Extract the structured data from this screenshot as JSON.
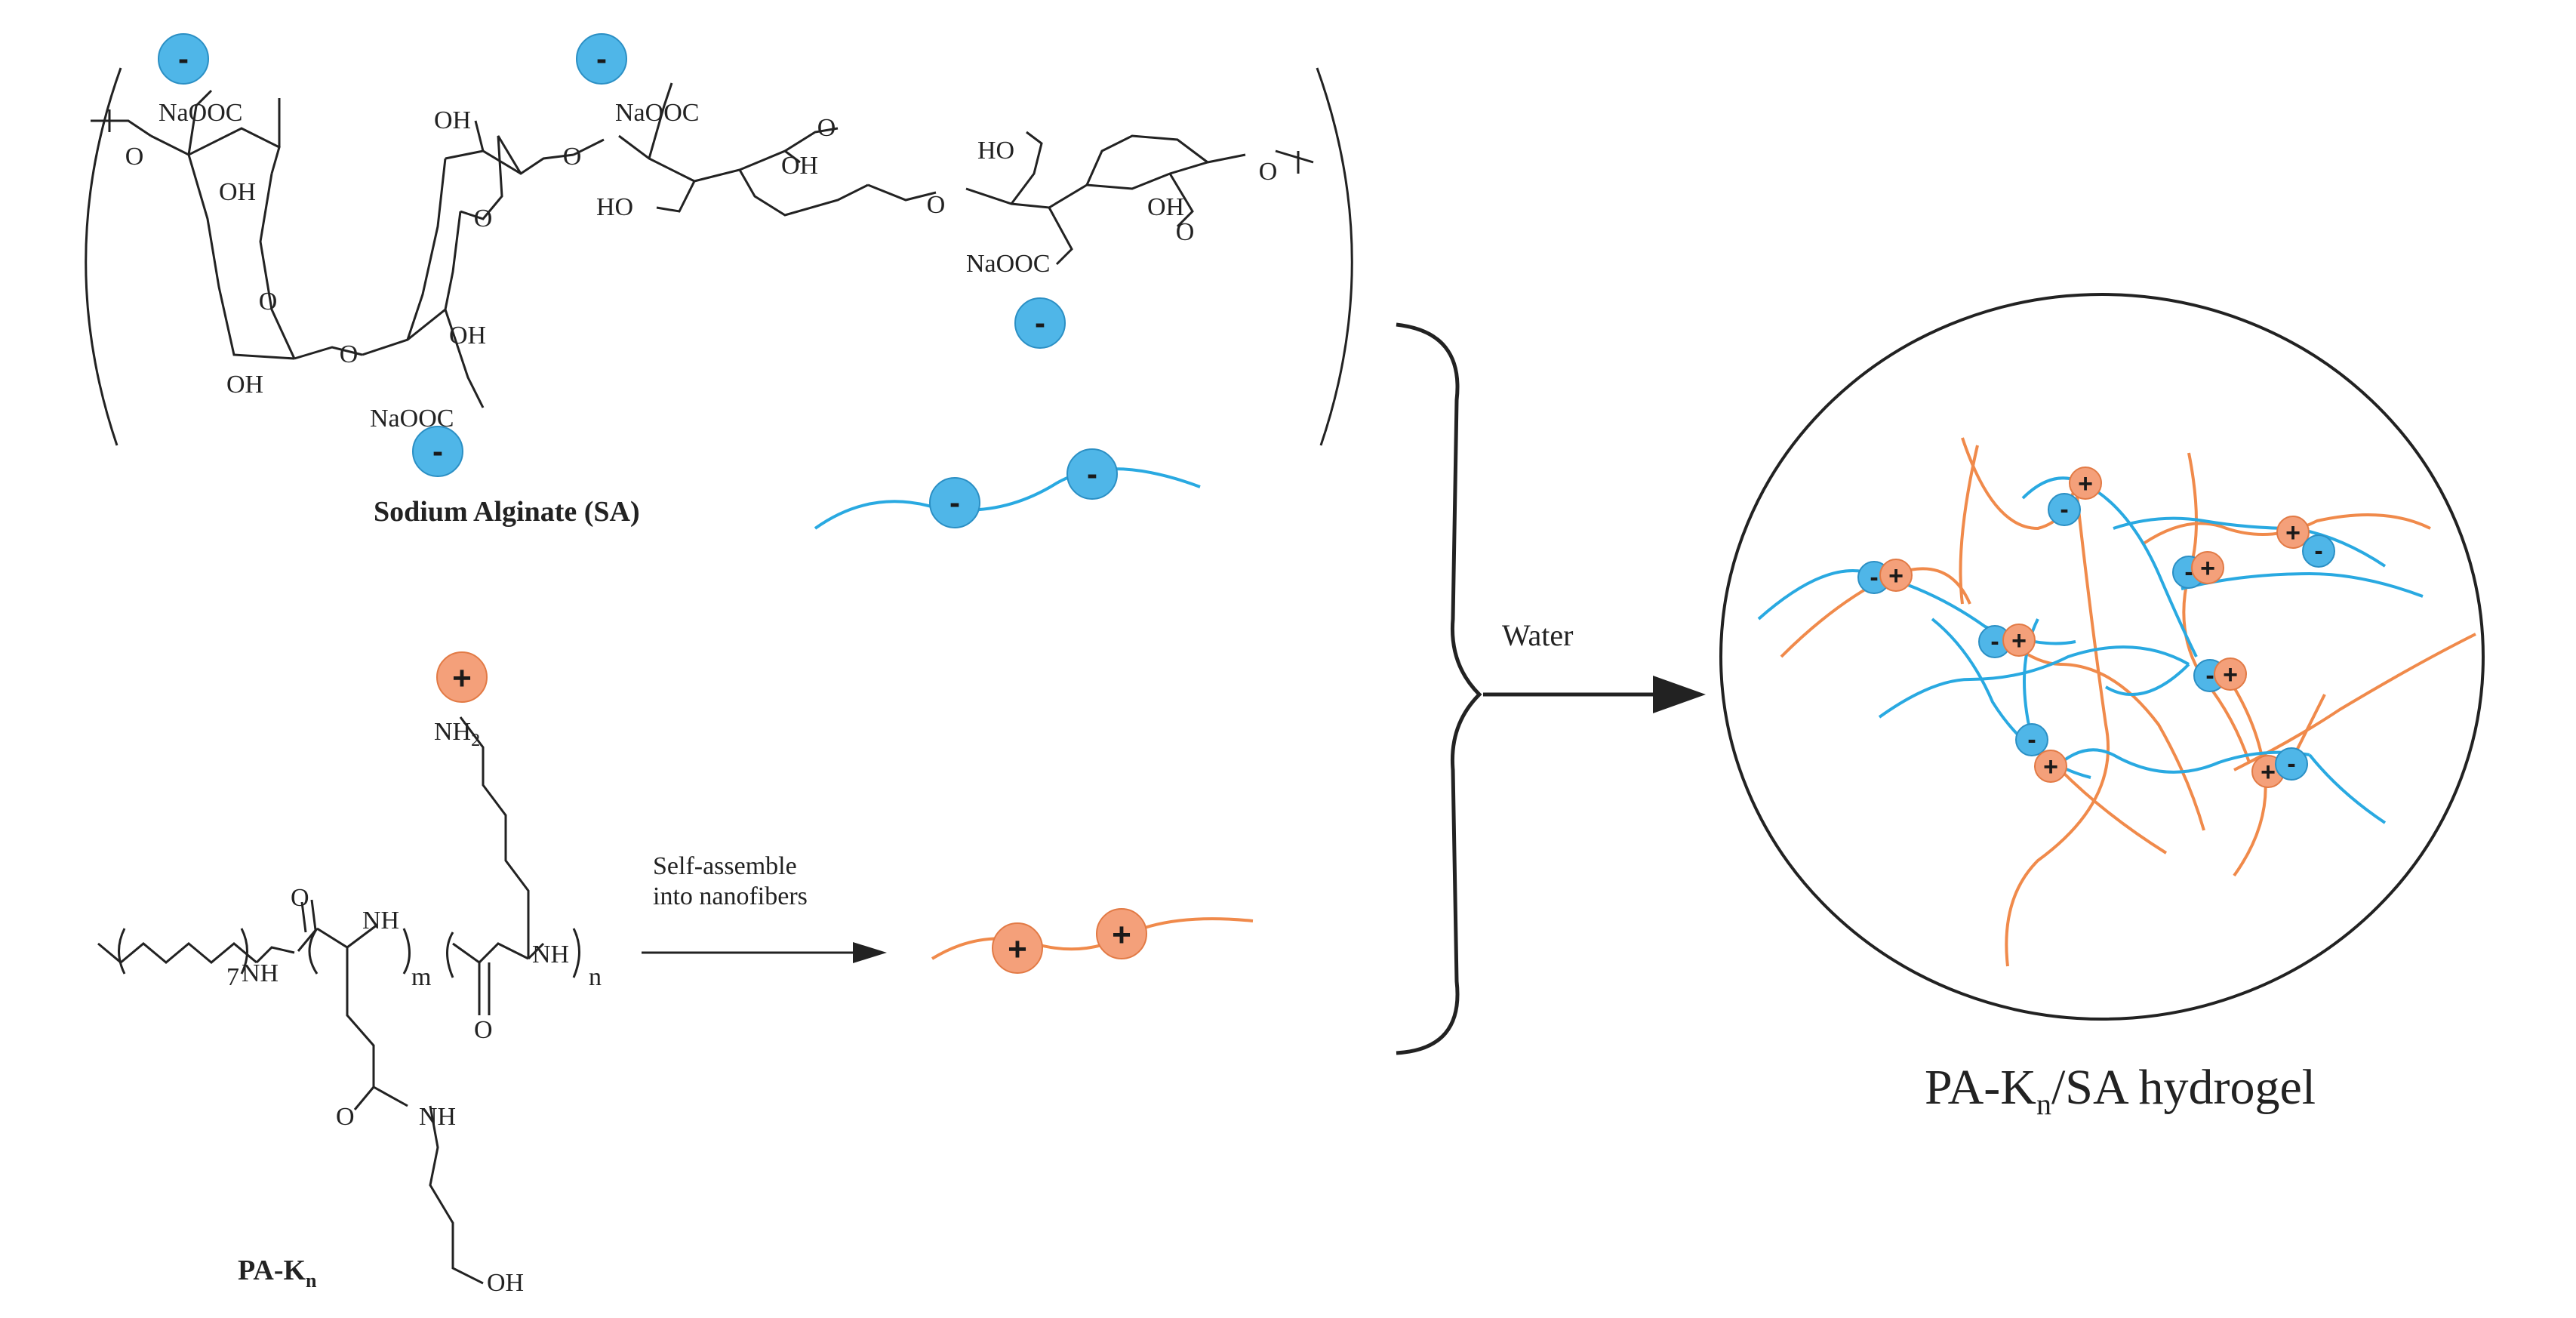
{
  "labels": {
    "sodium_alginate": "Sodium Alginate (SA)",
    "pa_kn_main": "PA-K",
    "pa_kn_sub": "n",
    "self_assemble_line1": "Self-assemble",
    "self_assemble_line2": "into nanofibers",
    "water": "Water",
    "hydrogel_main": "PA-K",
    "hydrogel_sub": "n",
    "hydrogel_rest": "/SA hydrogel"
  },
  "alginate_groups": {
    "naooc_1": "NaOOC",
    "naooc_2": "NaOOC",
    "naooc_3": "NaOOC",
    "naooc_4": "NaOOC",
    "oh_1": "OH",
    "oh_2": "OH",
    "oh_3": "OH",
    "oh_4": "OH",
    "oh_5": "OH",
    "oh_6": "OH",
    "ho_1": "HO",
    "ho_2": "HO"
  },
  "peptide_groups": {
    "nh2": "NH",
    "nh2_sub": "2",
    "nh_1": "NH",
    "nh_2": "NH",
    "nh_3": "NH",
    "nh_4": "NH",
    "sub_7": "7",
    "sub_m": "m",
    "sub_n": "n",
    "oh": "OH"
  },
  "signs": {
    "negative": "-",
    "positive": "+"
  },
  "colors": {
    "negative_fill": "#4fb6e8",
    "positive_fill": "#f4a07a",
    "sa_chain": "#29a9e1",
    "pa_chain": "#f08a4b",
    "line": "#222222"
  }
}
